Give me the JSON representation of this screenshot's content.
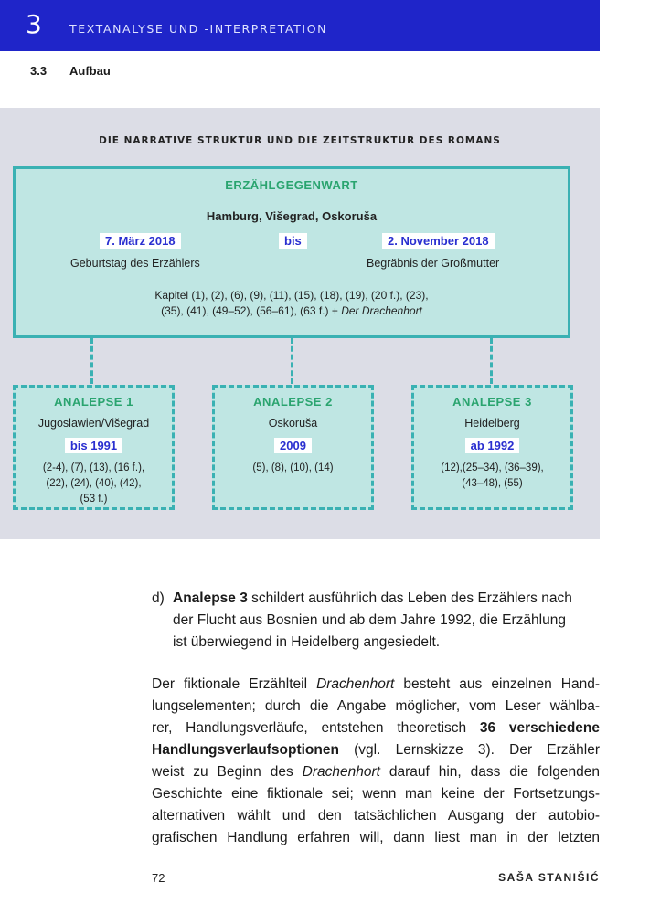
{
  "header": {
    "chapter_number": "3",
    "chapter_title": "TEXTANALYSE UND -INTERPRETATION",
    "section_number": "3.3",
    "section_title": "Aufbau",
    "accent_color": "#1f25c9"
  },
  "diagram": {
    "title": "DIE NARRATIVE STRUKTUR UND DIE ZEITSTRUKTUR DES ROMANS",
    "main": {
      "title": "ERZÄHLGEGENWART",
      "places": "Hamburg, Višegrad, Oskoruša",
      "date_start": "7. März 2018",
      "between": "bis",
      "date_end": "2. November 2018",
      "label_start": "Geburtstag des Erzählers",
      "label_end": "Begräbnis der Großmutter",
      "chapters_line1": "Kapitel (1), (2), (6), (9), (11), (15), (18), (19), (20 f.), (23),",
      "chapters_line2": "(35), (41), (49–52), (56–61), (63 f.) + ",
      "chapters_italic": "Der Drachenhort"
    },
    "analepses": [
      {
        "title": "ANALEPSE 1",
        "place": "Jugoslawien/Višegrad",
        "date": "bis 1991",
        "chapters": [
          "(2-4), (7), (13), (16 f.),",
          "(22), (24), (40), (42),",
          "(53 f.)"
        ]
      },
      {
        "title": "ANALEPSE 2",
        "place": "Oskoruša",
        "date": "2009",
        "chapters": [
          "(5), (8), (10), (14)"
        ]
      },
      {
        "title": "ANALEPSE 3",
        "place": "Heidelberg",
        "date": "ab 1992",
        "chapters": [
          "(12),(25–34), (36–39),",
          "(43–48), (55)"
        ]
      }
    ],
    "colors": {
      "box_fill": "#bfe6e3",
      "box_border": "#3ab1b3",
      "title_green": "#2aa46f",
      "date_blue": "#2a2fd0",
      "panel_bg": "#dcdde6"
    }
  },
  "body": {
    "item_d": {
      "label": "d)",
      "bold": "Analepse 3",
      "line1_rest": " schildert ausführlich das Leben des Erzählers nach",
      "line2": "der Flucht aus Bosnien und ab dem Jahre 1992, die Erzählung",
      "line3": "ist überwiegend in Heidelberg angesiedelt."
    },
    "paragraph": {
      "l1a": "Der fiktionale Erzählteil ",
      "l1i": "Drachenhort",
      "l1b": " besteht aus einzelnen Hand-",
      "l2": "lungselementen; durch die Angabe möglicher, vom Leser wählba-",
      "l3a": "rer, Handlungsverläufe, entstehen theoretisch ",
      "l3b": "36 verschiedene",
      "l4a": "Handlungsverlaufsoptionen",
      "l4b": " (vgl. Lernskizze 3). Der Erzähler",
      "l5a": "weist zu Beginn des ",
      "l5i": "Drachenhort",
      "l5b": " darauf hin, dass die folgenden",
      "l6": "Geschichte eine fiktionale sei; wenn man keine der Fortsetzungs-",
      "l7": "alternativen wählt und den tatsächlichen Ausgang der autobio-",
      "l8": "grafischen Handlung erfahren will, dann liest man in der letzten"
    }
  },
  "footer": {
    "page_number": "72",
    "author": "SAŠA STANIŠIĆ"
  }
}
